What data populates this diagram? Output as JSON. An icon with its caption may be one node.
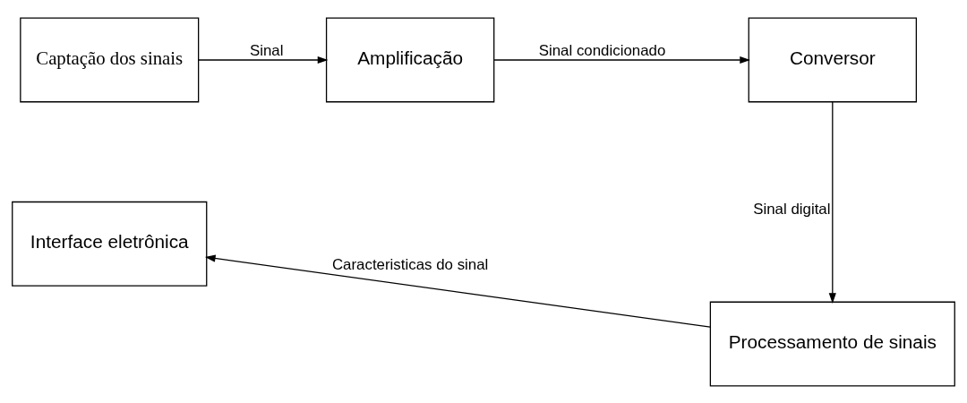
{
  "diagram": {
    "nodes": [
      {
        "text": [
          "Captação dos sinais"
        ]
      },
      {
        "text": [
          "Amplificação"
        ]
      },
      {
        "text": [
          "Conversor"
        ]
      },
      {
        "text": [
          "Interface eletrônica"
        ]
      },
      {
        "text": [
          "Processamento de sinais"
        ]
      }
    ],
    "edges": [
      {
        "from": 0,
        "to": 1,
        "arrow": "to",
        "label": "Sinal"
      },
      {
        "from": 1,
        "to": 2,
        "arrow": "to",
        "label": "Sinal condicionado"
      },
      {
        "from": 2,
        "to": 4,
        "arrow": "to",
        "label": "Sinal digital"
      },
      {
        "from": 4,
        "to": 3,
        "arrow": "to",
        "label": "Caracteristicas do sinal"
      }
    ]
  }
}
